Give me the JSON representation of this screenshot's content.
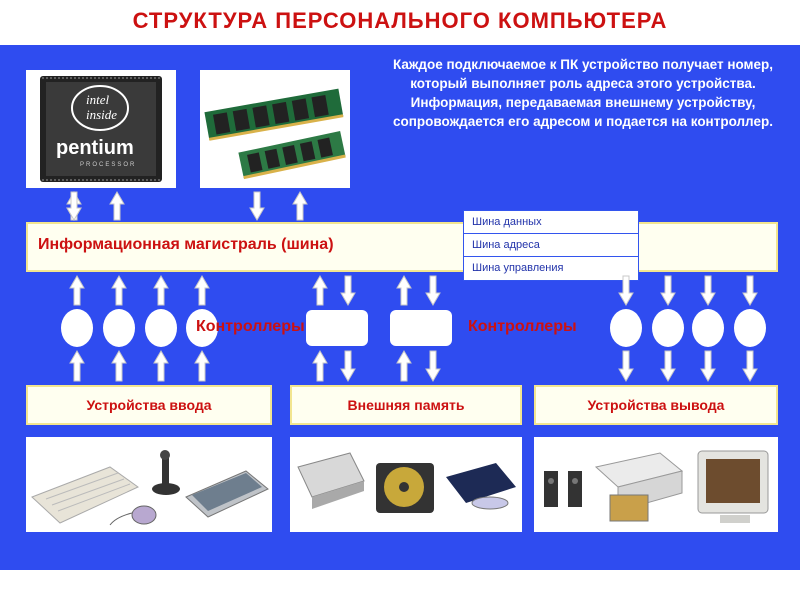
{
  "title": "СТРУКТУРА  ПЕРСОНАЛЬНОГО  КОМПЬЮТЕРА",
  "note": "Каждое подключаемое к ПК устройство получает номер, который выполняет роль адреса этого устройства. Информация, передаваемая внешнему устройству, сопровождается его адресом и подается на контроллер.",
  "cpu_chip": {
    "line1": "intel",
    "line2": "inside",
    "brand": "pentium",
    "sub": "PROCESSOR"
  },
  "bus": {
    "label": "Информационная  магистраль (шина)",
    "legend": [
      "Шина  данных",
      "Шина  адреса",
      "Шина  управления"
    ]
  },
  "controllers": {
    "left_label": "Контроллеры",
    "right_label": "Контроллеры"
  },
  "groups": {
    "input": "Устройства  ввода",
    "storage": "Внешняя  память",
    "output": "Устройства  вывода"
  },
  "colors": {
    "panel": "#2f4cf0",
    "accent_red": "#cc1111",
    "box_fill": "#fffff0",
    "box_border": "#f2e58f"
  },
  "icons": [
    "cpu-chip-icon",
    "ram-module-icon",
    "keyboard-icon",
    "joystick-icon",
    "mouse-icon",
    "scanner-icon",
    "floppy-drive-icon",
    "hard-disk-icon",
    "cd-drive-icon",
    "speaker-icon",
    "printer-icon",
    "monitor-icon"
  ]
}
